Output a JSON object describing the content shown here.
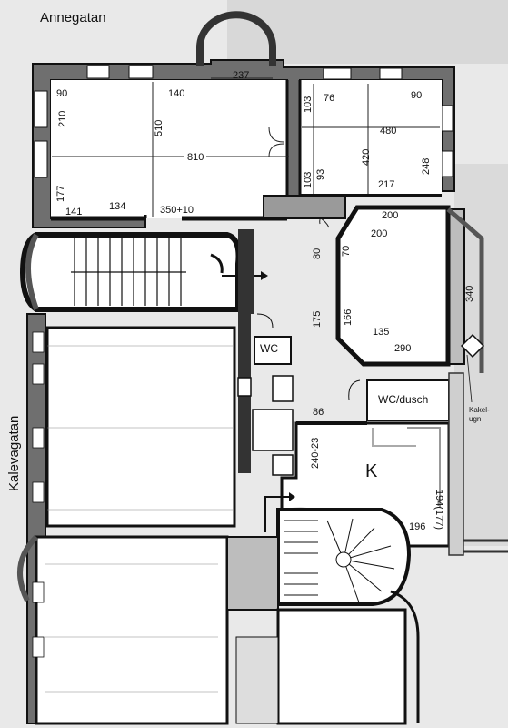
{
  "streets": {
    "top": "Annegatan",
    "left": "Kalevagatan"
  },
  "rooms": {
    "kitchen": "K",
    "wc": "WC",
    "wc_shower": "WC/dusch",
    "stove": "Kakel-\nugn"
  },
  "dimensions": {
    "d90a": "90",
    "d140": "140",
    "d237": "237",
    "d76": "76",
    "d90b": "90",
    "d210": "210",
    "d510": "510",
    "d103a": "103",
    "d480": "480",
    "d810": "810",
    "d420": "420",
    "d248": "248",
    "d103b": "103",
    "d93": "93",
    "d177": "177",
    "d217": "217",
    "d141": "141",
    "d134": "134",
    "d350": "350+10",
    "d200a": "200",
    "d200b": "200",
    "d80": "80",
    "d70": "70",
    "d340": "340",
    "d175": "175",
    "d166": "166",
    "d135": "135",
    "d290": "290",
    "d86": "86",
    "d240": "240-23",
    "d194": "194(177)",
    "d196": "196"
  },
  "colors": {
    "wall": "#1a1a1a",
    "background": "#f4f4f4",
    "stair": "#ffffff"
  }
}
